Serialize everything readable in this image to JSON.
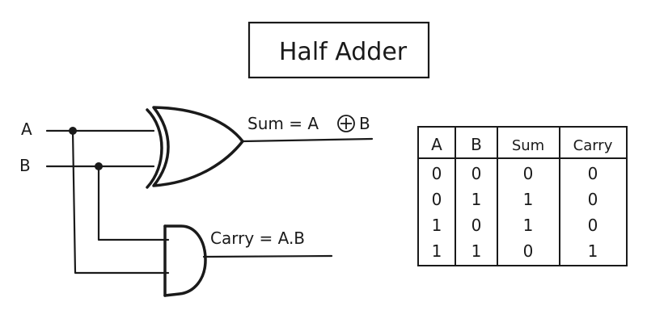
{
  "title": "Half Adder",
  "inputs": {
    "a_label": "A",
    "b_label": "B"
  },
  "outputs": {
    "sum_label": "Sum = A",
    "sum_operand": "B",
    "carry_label": "Carry = A.B"
  },
  "truth_table": {
    "headers": [
      "A",
      "B",
      "Sum",
      "Carry"
    ],
    "rows": [
      [
        "0",
        "0",
        "0",
        "0"
      ],
      [
        "0",
        "1",
        "1",
        "0"
      ],
      [
        "1",
        "0",
        "1",
        "0"
      ],
      [
        "1",
        "1",
        "0",
        "1"
      ]
    ]
  }
}
